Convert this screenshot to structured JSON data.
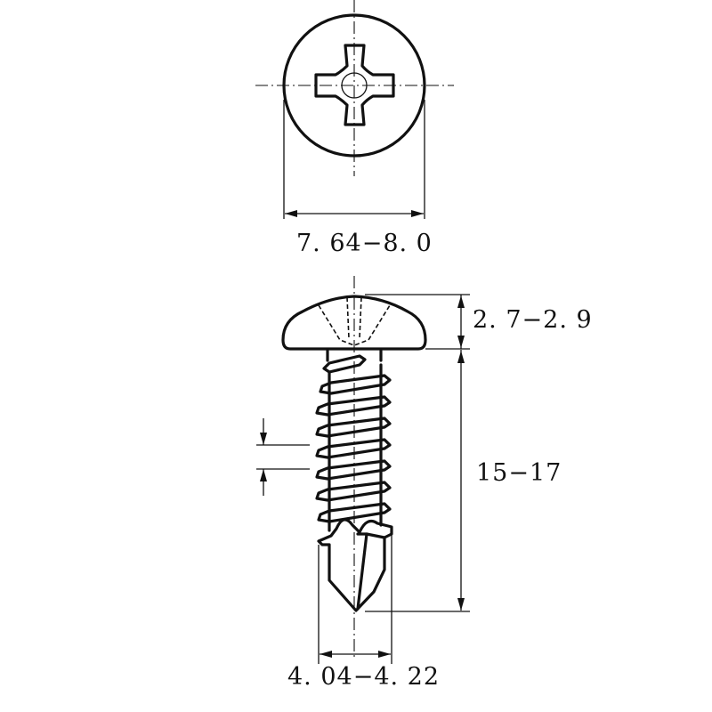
{
  "diagram": {
    "subject": "Pan head Phillips self-drilling screw",
    "views": [
      {
        "id": "top-view",
        "description": "Head top view with Phillips cross recess"
      },
      {
        "id": "side-view",
        "description": "Side view showing pan head, threaded shank and drill point"
      }
    ],
    "dimensions": {
      "head_diameter": {
        "label": "7.64-8.0",
        "unit": "mm"
      },
      "head_height": {
        "label": "2.7-2.9",
        "unit": "mm"
      },
      "shank_length": {
        "label": "15-17",
        "unit": "mm"
      },
      "drill_point_diameter": {
        "label": "4.04-4.22",
        "unit": "mm"
      },
      "thread_pitch": {
        "label": "",
        "unit": "mm"
      }
    },
    "display_labels": {
      "head_diameter": "7. 64−8. 0",
      "head_height": "2. 7−2. 9",
      "shank_length": "15−17",
      "drill_point_diameter": "4. 04−4. 22"
    },
    "colors": {
      "line": "#111111",
      "background": "#ffffff"
    }
  }
}
